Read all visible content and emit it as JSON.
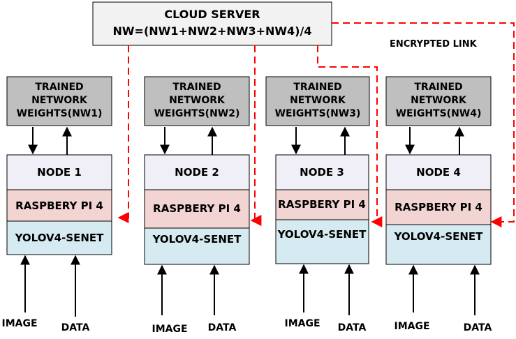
{
  "server": {
    "title": "CLOUD SERVER",
    "formula": "NW=(NW1+NW2+NW3+NW4)/4"
  },
  "link_label": "ENCRYPTED LINK",
  "colors": {
    "server_fill": "#f2f2f2",
    "weights_fill": "#bfbfbf",
    "node_fill": "#f0eef6",
    "pi_fill": "#f2d4d2",
    "model_fill": "#d6ebf1",
    "link": "#ff0000",
    "stroke": "#000000"
  },
  "nodes": [
    {
      "weights": [
        "TRAINED",
        "NETWORK",
        "WEIGHTS(NW1)"
      ],
      "node": "NODE 1",
      "hardware": "RASPBERY PI 4",
      "model": "YOLOV4-SENET",
      "inputs": [
        "IMAGE",
        "DATA"
      ]
    },
    {
      "weights": [
        "TRAINED",
        "NETWORK",
        "WEIGHTS(NW2)"
      ],
      "node": "NODE 2",
      "hardware": "RASPBERY PI 4",
      "model": "YOLOV4-SENET",
      "inputs": [
        "IMAGE",
        "DATA"
      ]
    },
    {
      "weights": [
        "TRAINED",
        "NETWORK",
        "WEIGHTS(NW3)"
      ],
      "node": "NODE 3",
      "hardware": "RASPBERY PI 4",
      "model": "YOLOV4-SENET",
      "inputs": [
        "IMAGE",
        "DATA"
      ]
    },
    {
      "weights": [
        "TRAINED",
        "NETWORK",
        "WEIGHTS(NW4)"
      ],
      "node": "NODE 4",
      "hardware": "RASPBERY PI 4",
      "model": "YOLOV4-SENET",
      "inputs": [
        "IMAGE",
        "DATA"
      ]
    }
  ]
}
